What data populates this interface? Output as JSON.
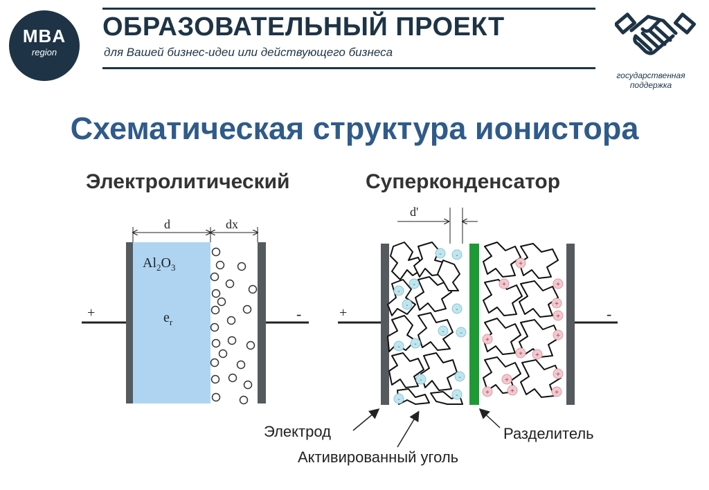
{
  "header": {
    "logo": {
      "main": "MBA",
      "sub": "region"
    },
    "title": "ОБРАЗОВАТЕЛЬНЫЙ ПРОЕКТ",
    "subtitle": "для Вашей бизнес-идеи или действующего бизнеса",
    "gov_label": "государственная поддержка",
    "gov_icon": "handshake-icon"
  },
  "slide": {
    "title": "Схематическая структура ионистора"
  },
  "diagram": {
    "left": {
      "heading": "Электролитический",
      "d_label": "d",
      "dx_label": "dx",
      "oxide_label": "Al2O3",
      "permittivity_label": "er",
      "plus": "+",
      "minus": "-"
    },
    "right": {
      "heading": "Суперконденсатор",
      "d_prime_label": "d'",
      "plus": "+",
      "minus": "-",
      "electrode_label": "Электрод",
      "carbon_label": "Активированный уголь",
      "separator_label": "Разделитель"
    },
    "colors": {
      "electrode": "#555a5e",
      "dielectric": "#aed4f2",
      "separator": "#1e9a35",
      "negative_ion": "#bfe6ef",
      "positive_ion": "#f3c9cf",
      "navy": "#1e3446",
      "title_blue": "#2f5b8b"
    }
  }
}
